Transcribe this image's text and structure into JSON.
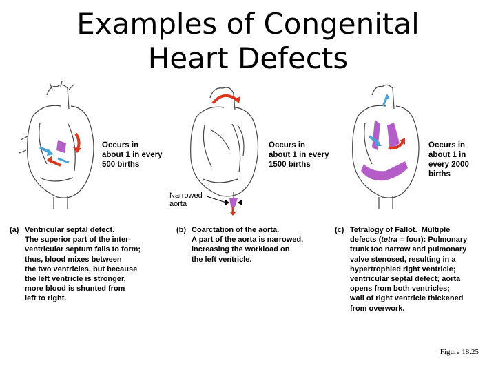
{
  "title": {
    "line1": "Examples of Congenital",
    "line2": "Heart Defects"
  },
  "panels": [
    {
      "stat": [
        "Occurs in",
        "about 1 in every",
        "500 births"
      ],
      "letter": "(a)",
      "name": "Ventricular septal defect.",
      "lines": [
        "The superior part of the inter-",
        "ventricular septum fails to form;",
        "thus, blood mixes between",
        "the two ventricles, but because",
        "the left ventricle is stronger,",
        "more blood is shunted from",
        "left to right."
      ]
    },
    {
      "stat": [
        "Occurs in",
        "about 1 in every",
        "1500 births"
      ],
      "letter": "(b)",
      "name": "Coarctation of the aorta.",
      "lines": [
        "A part of the aorta is narrowed,",
        "increasing the workload on",
        "the left ventricle."
      ],
      "pointer_label": [
        "Narrowed",
        "aorta"
      ]
    },
    {
      "stat": [
        "Occurs in",
        "about 1 in",
        "every 2000",
        "births"
      ],
      "letter": "(c)",
      "name": "Tetralogy of Fallot.",
      "name_suffix": "Multiple",
      "line1_pre": "defects (",
      "line1_italic": "tetra",
      "line1_post": " = four): Pulmonary",
      "lines": [
        "trunk too narrow and pulmonary",
        "valve stenosed, resulting in a",
        "hypertrophied right ventricle;",
        "ventricular septal defect; aorta",
        "opens from both ventricles;",
        "wall of right ventricle thickened",
        "from overwork."
      ]
    }
  ],
  "figure": "Figure 18.25",
  "colors": {
    "blood_red": "#d9381e",
    "blue_arrow": "#4aa3d8",
    "defect_purple": "#b45cc8",
    "outline": "#444444"
  }
}
